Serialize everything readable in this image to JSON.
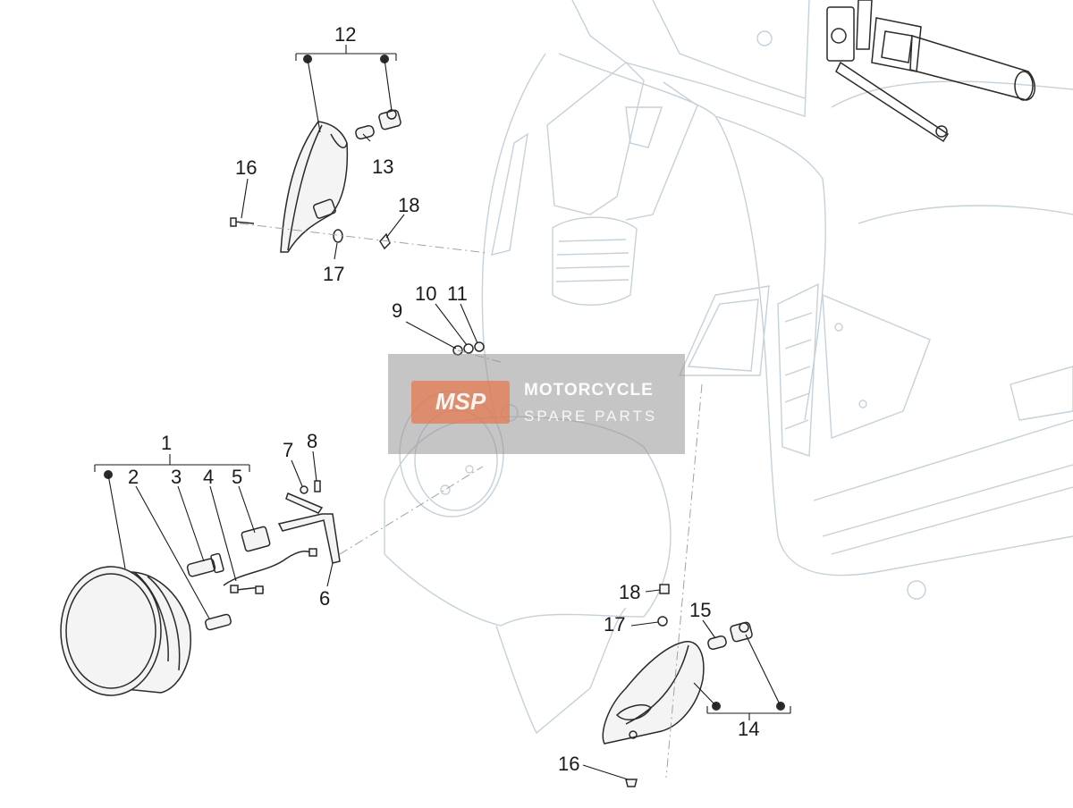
{
  "callouts": [
    {
      "id": "c1",
      "text": "1"
    },
    {
      "id": "c2",
      "text": "2"
    },
    {
      "id": "c3",
      "text": "3"
    },
    {
      "id": "c4",
      "text": "4"
    },
    {
      "id": "c5",
      "text": "5"
    },
    {
      "id": "c6",
      "text": "6"
    },
    {
      "id": "c7",
      "text": "7"
    },
    {
      "id": "c8",
      "text": "8"
    },
    {
      "id": "c9",
      "text": "9"
    },
    {
      "id": "c10",
      "text": "10"
    },
    {
      "id": "c11",
      "text": "11"
    },
    {
      "id": "c12",
      "text": "12"
    },
    {
      "id": "c13",
      "text": "13"
    },
    {
      "id": "c14",
      "text": "14"
    },
    {
      "id": "c15",
      "text": "15"
    },
    {
      "id": "c16a",
      "text": "16"
    },
    {
      "id": "c16b",
      "text": "16"
    },
    {
      "id": "c17a",
      "text": "17"
    },
    {
      "id": "c17b",
      "text": "17"
    },
    {
      "id": "c18a",
      "text": "18"
    },
    {
      "id": "c18b",
      "text": "18"
    }
  ],
  "watermark": {
    "logo": "MSP",
    "line1": "MOTORCYCLE",
    "line2": "SPARE PARTS"
  }
}
